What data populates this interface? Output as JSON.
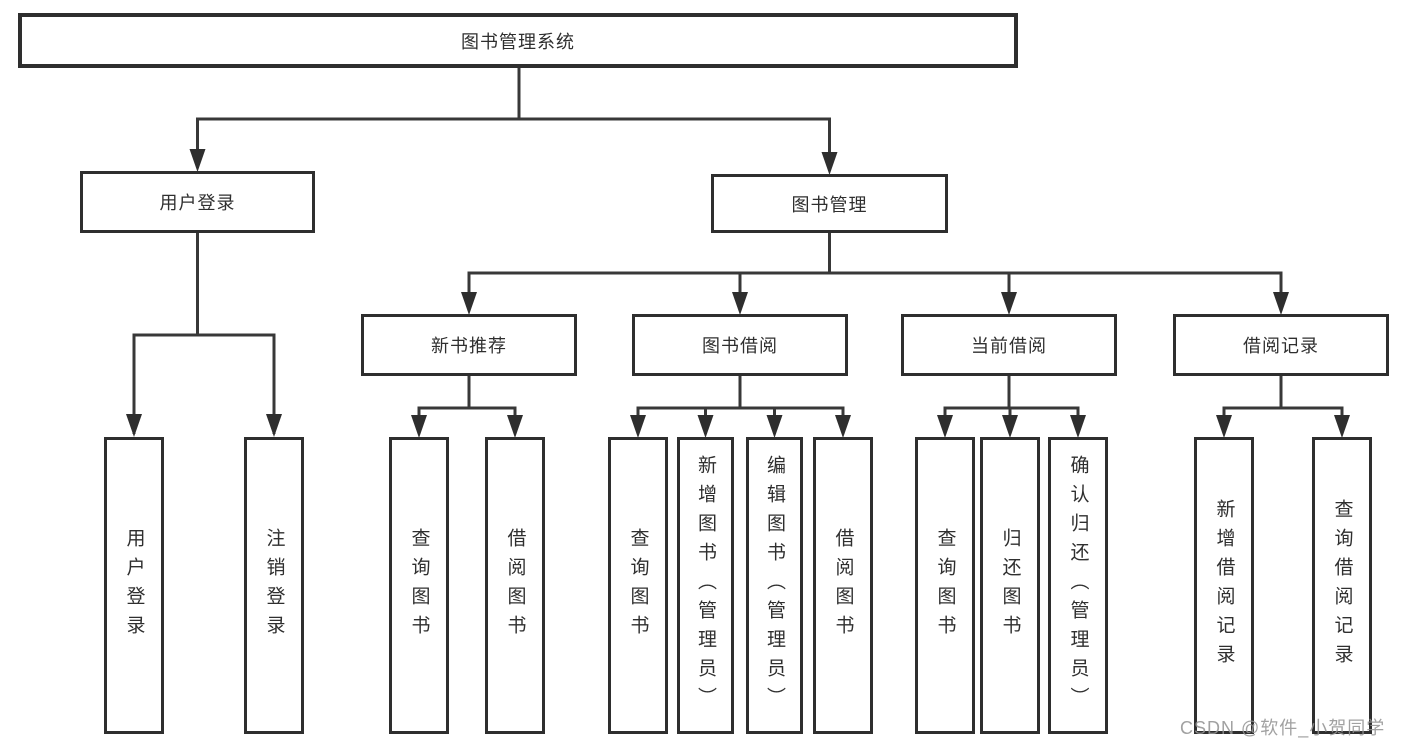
{
  "diagram": {
    "title": "图书管理系统",
    "watermark": "CSDN @软件_小贺同学",
    "colors": {
      "background": "#ffffff",
      "line": "#383838",
      "box_border": "#2e2e2e",
      "text": "#2f2f2f",
      "watermark": "#949494"
    },
    "nodes": {
      "root": "图书管理系统",
      "user_login": "用户登录",
      "book_management": "图书管理",
      "new_book_recommendation": "新书推荐",
      "book_borrowing": "图书借阅",
      "current_borrowing": "当前借阅",
      "borrowing_records": "借阅记录",
      "leaves": {
        "user_login": [
          "用户登录",
          "注销登录"
        ],
        "new_book_recommendation": [
          "查询图书",
          "借阅图书"
        ],
        "book_borrowing": [
          "查询图书",
          "新增图书（管理员）",
          "编辑图书（管理员）",
          "借阅图书"
        ],
        "current_borrowing": [
          "查询图书",
          "归还图书",
          "确认归还（管理员）"
        ],
        "borrowing_records": [
          "新增借阅记录",
          "查询借阅记录"
        ]
      }
    }
  }
}
